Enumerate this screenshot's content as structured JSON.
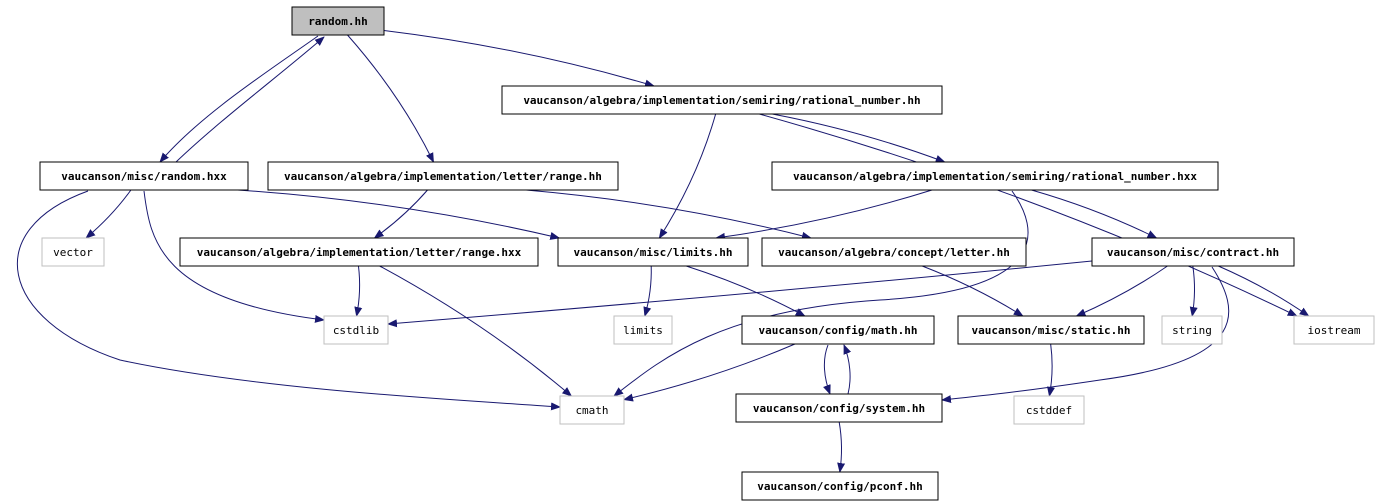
{
  "colors": {
    "edge": "#191970",
    "root_fill": "#bfbfbf",
    "external_border": "#bfbfbf"
  },
  "graph": {
    "nodes": {
      "random_hh": {
        "label": "random.hh",
        "kind": "root"
      },
      "misc_random_hxx": {
        "label": "vaucanson/misc/random.hxx",
        "kind": "internal"
      },
      "letter_range_hh": {
        "label": "vaucanson/algebra/implementation/letter/range.hh",
        "kind": "internal"
      },
      "rational_number_hh": {
        "label": "vaucanson/algebra/implementation/semiring/rational_number.hh",
        "kind": "internal"
      },
      "rational_number_hxx": {
        "label": "vaucanson/algebra/implementation/semiring/rational_number.hxx",
        "kind": "internal"
      },
      "vector": {
        "label": "vector",
        "kind": "external"
      },
      "letter_range_hxx": {
        "label": "vaucanson/algebra/implementation/letter/range.hxx",
        "kind": "internal"
      },
      "misc_limits_hh": {
        "label": "vaucanson/misc/limits.hh",
        "kind": "internal"
      },
      "concept_letter_hh": {
        "label": "vaucanson/algebra/concept/letter.hh",
        "kind": "internal"
      },
      "misc_contract_hh": {
        "label": "vaucanson/misc/contract.hh",
        "kind": "internal"
      },
      "cstdlib": {
        "label": "cstdlib",
        "kind": "external"
      },
      "limits": {
        "label": "limits",
        "kind": "external"
      },
      "config_math_hh": {
        "label": "vaucanson/config/math.hh",
        "kind": "internal"
      },
      "misc_static_hh": {
        "label": "vaucanson/misc/static.hh",
        "kind": "internal"
      },
      "string": {
        "label": "string",
        "kind": "external"
      },
      "iostream": {
        "label": "iostream",
        "kind": "external"
      },
      "cmath": {
        "label": "cmath",
        "kind": "external"
      },
      "config_system_hh": {
        "label": "vaucanson/config/system.hh",
        "kind": "internal"
      },
      "cstddef": {
        "label": "cstddef",
        "kind": "external"
      },
      "config_pconf_hh": {
        "label": "vaucanson/config/pconf.hh",
        "kind": "internal"
      }
    },
    "edges": [
      [
        "random_hh",
        "misc_random_hxx"
      ],
      [
        "misc_random_hxx",
        "random_hh"
      ],
      [
        "random_hh",
        "letter_range_hh"
      ],
      [
        "random_hh",
        "rational_number_hh"
      ],
      [
        "misc_random_hxx",
        "vector"
      ],
      [
        "misc_random_hxx",
        "cstdlib"
      ],
      [
        "misc_random_hxx",
        "cmath"
      ],
      [
        "misc_random_hxx",
        "misc_limits_hh"
      ],
      [
        "letter_range_hh",
        "letter_range_hxx"
      ],
      [
        "letter_range_hh",
        "concept_letter_hh"
      ],
      [
        "letter_range_hxx",
        "cstdlib"
      ],
      [
        "letter_range_hxx",
        "cmath"
      ],
      [
        "rational_number_hh",
        "misc_limits_hh"
      ],
      [
        "rational_number_hh",
        "rational_number_hxx"
      ],
      [
        "rational_number_hh",
        "iostream"
      ],
      [
        "rational_number_hxx",
        "misc_limits_hh"
      ],
      [
        "rational_number_hxx",
        "misc_contract_hh"
      ],
      [
        "rational_number_hxx",
        "cmath"
      ],
      [
        "misc_limits_hh",
        "limits"
      ],
      [
        "misc_limits_hh",
        "config_math_hh"
      ],
      [
        "concept_letter_hh",
        "misc_static_hh"
      ],
      [
        "misc_contract_hh",
        "cstdlib"
      ],
      [
        "misc_contract_hh",
        "misc_static_hh"
      ],
      [
        "misc_contract_hh",
        "string"
      ],
      [
        "misc_contract_hh",
        "iostream"
      ],
      [
        "misc_contract_hh",
        "config_system_hh"
      ],
      [
        "config_math_hh",
        "cmath"
      ],
      [
        "config_math_hh",
        "config_system_hh"
      ],
      [
        "config_system_hh",
        "config_math_hh"
      ],
      [
        "config_system_hh",
        "config_pconf_hh"
      ],
      [
        "misc_static_hh",
        "cstddef"
      ]
    ]
  }
}
